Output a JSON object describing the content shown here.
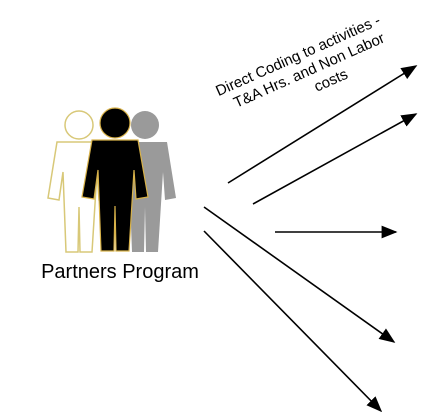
{
  "diagram": {
    "group_label": "Partners Program",
    "annotation_lines": [
      "Direct Coding to activities -",
      "T&A Hrs. and Non Labor",
      "costs"
    ],
    "figures": [
      {
        "name": "outline-figure",
        "fill": "#ffffff",
        "stroke": "#d8c878"
      },
      {
        "name": "gray-figure",
        "fill": "#9a9a9a",
        "stroke": "#9a9a9a"
      },
      {
        "name": "black-figure",
        "fill": "#000000",
        "stroke": "#d8b24a"
      }
    ],
    "arrow_color": "#000000",
    "arrow_count": 5
  }
}
